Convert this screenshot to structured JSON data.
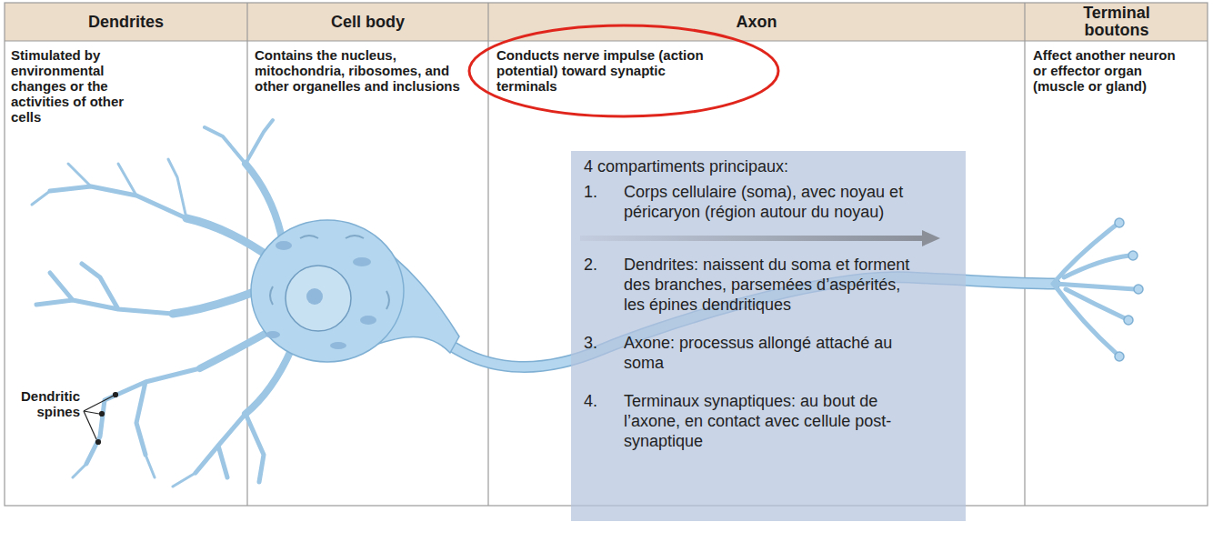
{
  "diagram": {
    "nodes": [
      {
        "text": [
          "4 compartiments principaux:",
          "1.",
          "Corps cellulaire (soma), avec noyau et péricaryon (région autour du noyau)",
          "2.",
          "Dendrites: naissent du soma et forment des branches, parsemées d’aspérités, les épines dendritiques",
          "3.",
          "Axone: processus allongé attaché au soma",
          "4.",
          "Terminaux synaptiques: au bout de l’axone, en contact avec cellule post-synaptique"
        ]
      }
    ],
    "labels": [
      "Dendrites",
      "Cell body",
      "Axon",
      "Terminal boutons",
      "Stimulated by environmental changes or the activities of other cells",
      "Contains the nucleus, mitochondria, ribosomes, and other organelles and inclusions",
      "Conducts nerve impulse (action potential) toward synaptic terminals",
      "Affect another neuron or effector organ (muscle or gland)",
      "Dendritic spines"
    ]
  }
}
